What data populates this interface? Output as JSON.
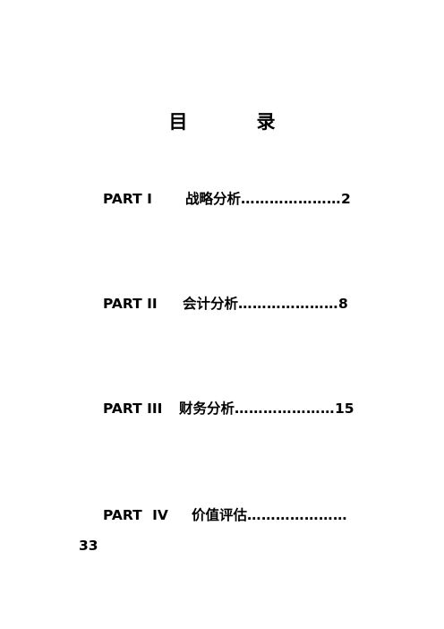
{
  "toc": {
    "title": "目　录",
    "entries": [
      {
        "part": "PART I",
        "name": "战略分析",
        "dots": "…………………",
        "page": "2"
      },
      {
        "part": "PART II",
        "name": "会计分析",
        "dots": "…………………",
        "page": "8"
      },
      {
        "part": "PART III",
        "name": "财务分析",
        "dots": "…………………",
        "page": "15"
      },
      {
        "part": "PART IV",
        "name": "价值评估",
        "dots": "…………………",
        "page": "33"
      }
    ]
  }
}
